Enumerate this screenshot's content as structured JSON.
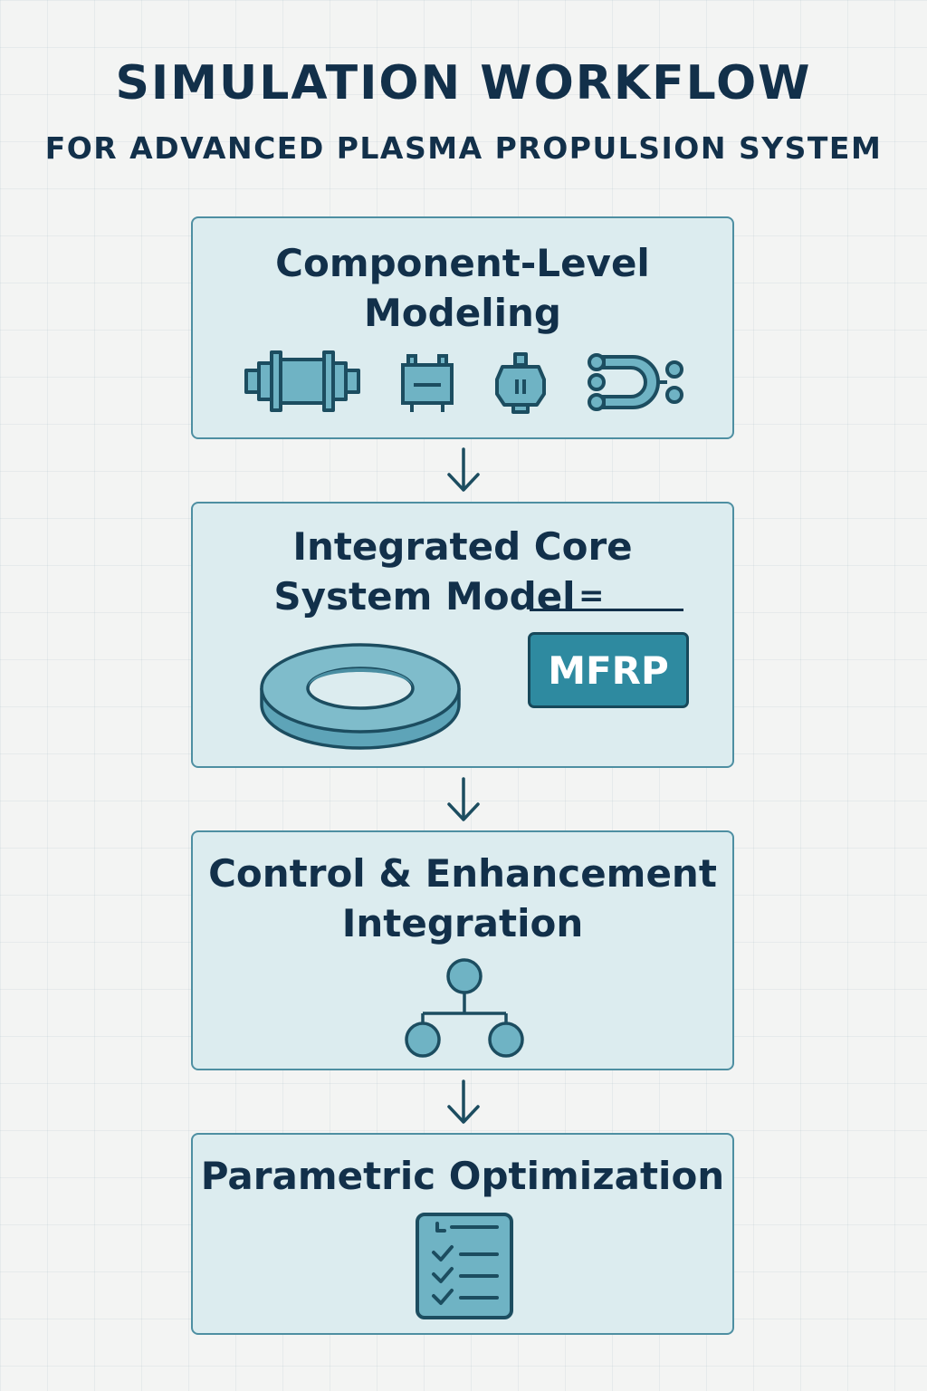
{
  "header": {
    "title": "SIMULATION WORKFLOW",
    "subtitle": "FOR ADVANCED PLASMA PROPULSION SYSTEM"
  },
  "steps": [
    {
      "line1": "Component-Level",
      "line2": "Modeling",
      "icons": [
        "thruster-assembly-icon",
        "power-module-icon",
        "ion-source-icon",
        "magnetic-coupler-icon"
      ]
    },
    {
      "line1": "Integrated Core",
      "line2": "System Model",
      "equals": "=",
      "badge": "MFRP",
      "icons": [
        "torus-ring-icon"
      ]
    },
    {
      "line1": "Control & Enhancement",
      "line2": "Integration",
      "icons": [
        "hierarchy-tree-icon"
      ]
    },
    {
      "line1": "Parametric Optimization",
      "icons": [
        "checklist-icon"
      ]
    }
  ],
  "colors": {
    "box_fill": "#dcecef",
    "box_border": "#4e8fa2",
    "accent": "#2e8aa0",
    "text": "#12304a",
    "icon_stroke": "#1c4d60",
    "icon_fill": "#6fb3c4"
  }
}
